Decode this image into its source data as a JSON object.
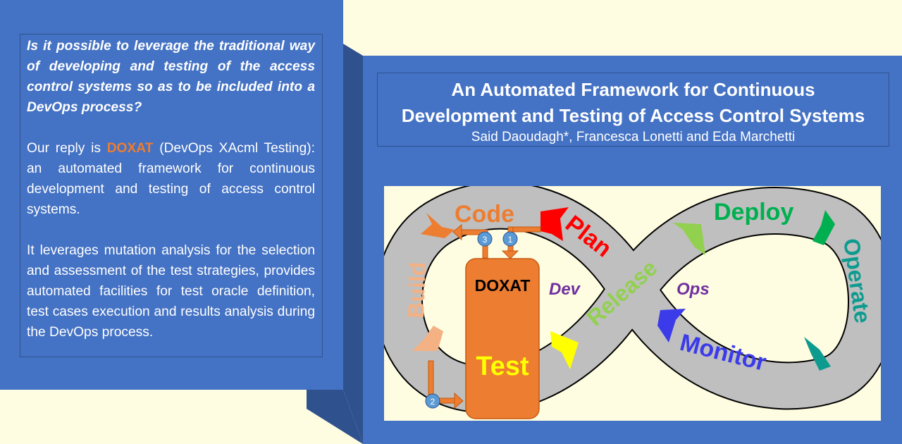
{
  "left": {
    "question": "Is it possible to leverage the traditional way of developing and testing of the access control systems so as to be included into a DevOps process?",
    "reply_pre": "Our reply is ",
    "reply_highlight": "DOXAT",
    "reply_post": " (DevOps XAcml Testing):  an automated framework for continuous development and testing of access control systems.",
    "details": "It leverages mutation analysis for the selection and assessment of the test strategies, provides automated facilities for test oracle definition, test cases execution and results analysis during the DevOps process."
  },
  "title": {
    "line1": "An Automated Framework for Continuous",
    "line2": "Development and Testing of Access Control Systems",
    "authors": "Said Daoudagh*, Francesca Lonetti and Eda Marchetti"
  },
  "diagram": {
    "stages": {
      "code": "Code",
      "plan": "Plan",
      "release": "Release",
      "deploy": "Deploy",
      "operate": "Operate",
      "monitor": "Monitor",
      "build": "Build"
    },
    "dev": "Dev",
    "ops": "Ops",
    "box_title": "DOXAT",
    "box_test": "Test",
    "steps": [
      "1",
      "2",
      "3"
    ],
    "colors": {
      "code": "#ed7d31",
      "plan": "#ff0000",
      "release": "#92d050",
      "deploy": "#00b050",
      "operate": "#0e9b8f",
      "monitor": "#3b3bea",
      "build": "#f4b183",
      "test": "#ffff00",
      "devops": "#7030a0",
      "box": "#ed7d31",
      "step": "#5b9bd5"
    }
  }
}
